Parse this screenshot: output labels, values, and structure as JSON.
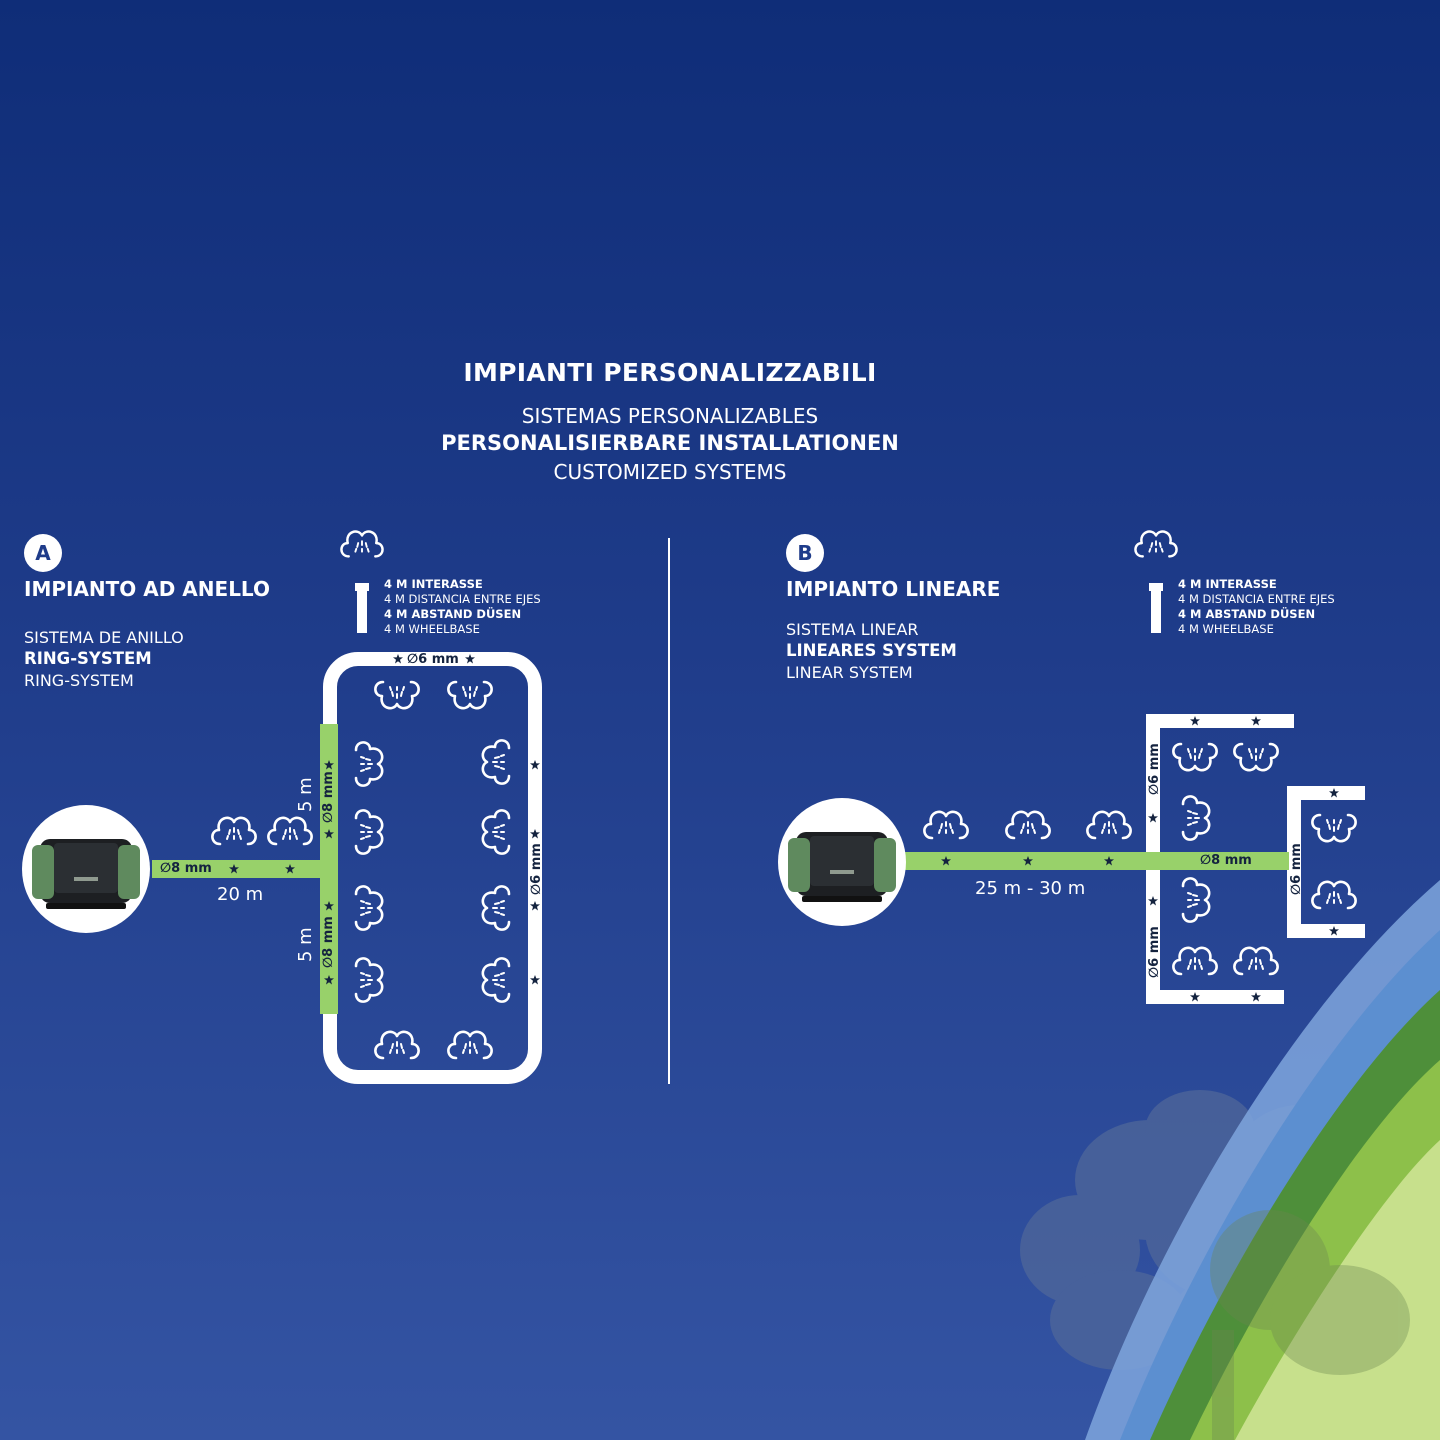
{
  "header": {
    "title_it": "IMPIANTI PERSONALIZZABILI",
    "title_es": "SISTEMAS PERSONALIZABLES",
    "title_de": "PERSONALISIERBARE INSTALLATIONEN",
    "title_en": "CUSTOMIZED SYSTEMS"
  },
  "section_a": {
    "badge": "A",
    "title": "IMPIANTO AD ANELLO",
    "sub_es": "SISTEMA DE ANILLO",
    "sub_de": "RING-SYSTEM",
    "sub_en": "RING-SYSTEM",
    "pipe_main": "∅8 mm",
    "pipe_ring_top": "∅6 mm",
    "pipe_ring_side": "∅6 mm",
    "pipe_vertical_upper": "∅8 mm",
    "pipe_vertical_lower": "∅8 mm",
    "length_main": "20 m",
    "length_upper": "5 m",
    "length_lower": "5 m"
  },
  "section_b": {
    "badge": "B",
    "title": "IMPIANTO LINEARE",
    "sub_es": "SISTEMA LINEAR",
    "sub_de": "LINEARES SYSTEM",
    "sub_en": "LINEAR SYSTEM",
    "pipe_main": "∅8 mm",
    "pipe_branch_upper": "∅6 mm",
    "pipe_branch_lower": "∅6 mm",
    "pipe_branch_right": "∅6 mm",
    "length_main": "25 m - 30 m"
  },
  "nozzle_spec": {
    "it": "4 M INTERASSE",
    "es": "4 M DISTANCIA ENTRE EJES",
    "de": "4 M ABSTAND DÜSEN",
    "en": "4 M WHEELBASE"
  },
  "colors": {
    "bg_top": "#0f2d78",
    "bg_bottom": "#3454a3",
    "pipe_green": "#98d16a",
    "pipe_white": "#ffffff",
    "accent_bands": [
      "#7fa6dd",
      "#5c8fd0",
      "#4e8f3a",
      "#8dc04a",
      "#c7e08c"
    ]
  },
  "icons": [
    "mist-cloud-icon",
    "nozzle-icon",
    "misting-unit-icon",
    "tree-silhouette"
  ]
}
